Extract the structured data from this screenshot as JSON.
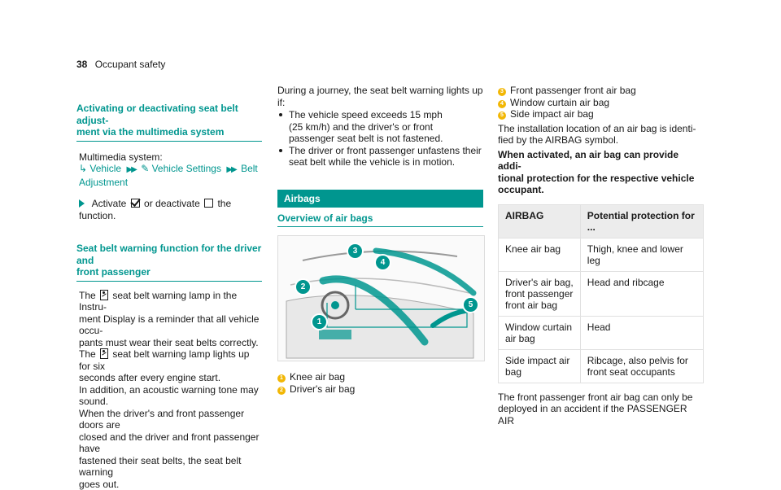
{
  "page": {
    "number": "38",
    "section": "Occupant safety"
  },
  "col1": {
    "h1": "Activating or deactivating seat belt adjustment via the multimedia system",
    "h1_line1": "Activating or deactivating seat belt adjust-",
    "h1_line2": "ment via the multimedia system",
    "ms_label": "Multimedia system:",
    "path_vehicle": "Vehicle",
    "path_settings": "Vehicle Settings",
    "path_belt": "Belt",
    "path_adjust": "Adjustment",
    "activate_text1": "Activate",
    "activate_text2": "or deactivate",
    "activate_text3": "the function.",
    "h2_line1": "Seat belt warning function for the driver and",
    "h2_line2": "front passenger",
    "p1_a": "The",
    "p1_b": "seat belt warning lamp in the Instru-",
    "p1_c": "ment Display is a reminder that all vehicle occu-",
    "p1_d": "pants must wear their seat belts correctly.",
    "p2_a": "The",
    "p2_b": "seat belt warning lamp lights up for six",
    "p2_c": "seconds after every engine start.",
    "p3_a": "In addition, an acoustic warning tone may sound.",
    "p4_a": "When the driver's and front passenger doors are",
    "p4_b": "closed and the driver and front passenger have",
    "p4_c": "fastened their seat belts, the seat belt warning",
    "p4_d": "goes out."
  },
  "col2": {
    "intro_a": "During a journey, the seat belt warning lights up",
    "intro_b": "if:",
    "bullet1_a": "The vehicle speed exceeds 15 mph",
    "bullet1_b": "(25 km/h) and the driver's or front",
    "bullet1_c": "passenger seat belt is not fastened.",
    "bullet2_a": "The driver or front passenger unfastens their",
    "bullet2_b": "seat belt while the vehicle is in motion.",
    "airbags_bar": "Airbags",
    "overview_heading": "Overview of air bags",
    "legend1": "Knee air bag",
    "legend2": "Driver's air bag",
    "n1": "1",
    "n2": "2",
    "n3": "3",
    "n4": "4",
    "n5": "5"
  },
  "col3": {
    "legend3": "Front passenger front air bag",
    "legend4": "Window curtain air bag",
    "legend5": "Side impact air bag",
    "install_a": "The installation location of an air bag is identi-",
    "install_b": "fied by the AIRBAG symbol.",
    "bold_a": "When activated, an air bag can provide addi-",
    "bold_b": "tional protection for the respective vehicle",
    "bold_c": "occupant.",
    "th1": "AIRBAG",
    "th2_a": "Potential protection for",
    "th2_b": "...",
    "rows": [
      {
        "a1": "Knee air bag",
        "a2": "",
        "a3": "",
        "b1": "Thigh, knee and lower leg",
        "b2": ""
      },
      {
        "a1": "Driver's air bag,",
        "a2": "front passenger",
        "a3": "front air bag",
        "b1": "Head and ribcage",
        "b2": ""
      },
      {
        "a1": "Window curtain",
        "a2": "air bag",
        "a3": "",
        "b1": "Head",
        "b2": ""
      },
      {
        "a1": "Side impact air",
        "a2": "bag",
        "a3": "",
        "b1": "Ribcage, also pelvis for",
        "b2": "front seat occupants"
      }
    ],
    "end_a": "The front passenger front air bag can only be",
    "end_b": "deployed in an accident if the PASSENGER AIR"
  },
  "colors": {
    "accent": "#00968f",
    "callout": "#f2b705",
    "table_header": "#ececec"
  }
}
